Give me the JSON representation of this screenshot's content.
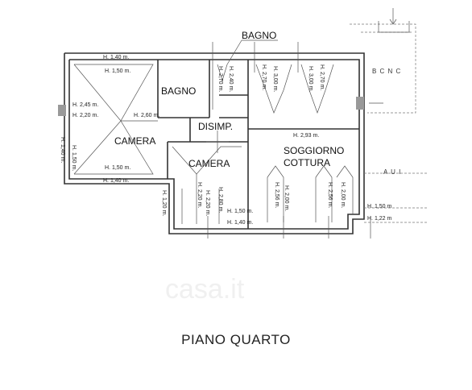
{
  "title": "PIANO QUARTO",
  "watermark": "casa.it",
  "rooms": {
    "bagno_top": "BAGNO",
    "bagno": "BAGNO",
    "disimp": "DISIMP.",
    "camera_left": "CAMERA",
    "camera_center": "CAMERA",
    "soggiorno": "SOGGIORNO",
    "cottura": "COTTURA"
  },
  "side_labels": {
    "bcnc": "B C N C",
    "aui": "A U I"
  },
  "heights": {
    "h140_top": "H. 1,40 m.",
    "h150_top": "H. 1,50 m.",
    "h245": "H. 2,45 m.",
    "h220": "H. 2,20 m.",
    "h260": "H. 2,60 m.",
    "h140_left": "H. 1,40 m.",
    "h150_left": "H. 1,50 m.",
    "h150_bottom": "H. 1,50 m.",
    "h140_bottom": "H. 1,40 m.",
    "h270_a": "H. 2,70 m.",
    "h240": "H. 2,40 m.",
    "h270_b": "H. 2,70 m.",
    "h300_a": "H. 3,00 m.",
    "h300_b": "H. 3,00 m.",
    "h270_c": "H. 2,70 m.",
    "h293": "H. 2,93 m.",
    "h120_c": "H. 1,20 m.",
    "h220_c": "H. 2,20 m.",
    "h220_d": "H. 2,20 m.",
    "h280": "H. 2,80 m.",
    "h150_c": "H. 1,50 m.",
    "h140_c": "H. 1,40 m.",
    "h256_a": "H. 2,56 m.",
    "h256_b": "H. 2,56 m.",
    "h200_a": "H. 2,00 m.",
    "h200_b": "H. 2,00 m.",
    "h150_right": "H. 1,50 m",
    "h122_right": "H. 1,22 m"
  }
}
